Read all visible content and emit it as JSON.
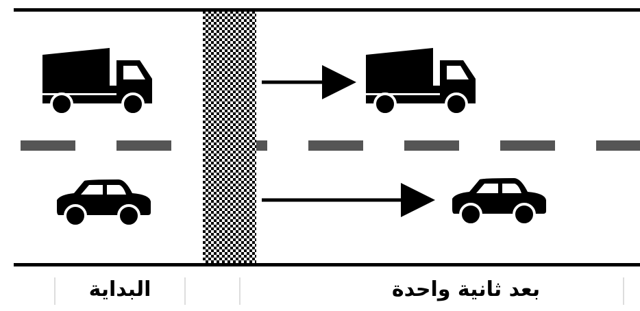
{
  "labels": {
    "start": "البداية",
    "after_one_second": "بعد ثانية واحدة"
  },
  "vehicles": [
    {
      "name": "truck",
      "icon": "dump-truck-icon",
      "lane": "top"
    },
    {
      "name": "car",
      "icon": "car-icon",
      "lane": "bottom"
    }
  ],
  "colors": {
    "road_edge": "#000000",
    "lane_dash": "#555555",
    "checker": "#000000"
  }
}
